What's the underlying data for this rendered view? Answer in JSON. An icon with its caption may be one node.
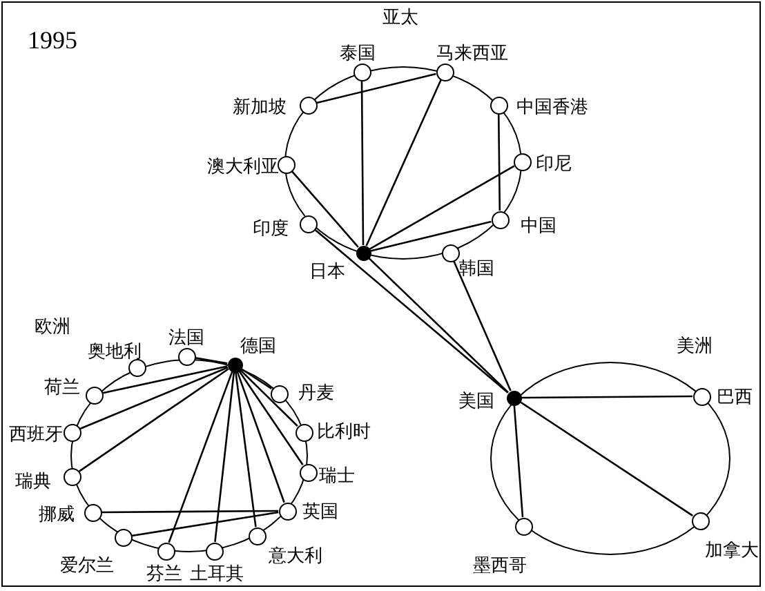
{
  "diagram": {
    "title": "1995",
    "nodes": [
      {
        "text": [],
        "shape": "circle",
        "beside": [
          "泰国"
        ]
      },
      {
        "text": [],
        "shape": "circle",
        "beside": [
          "马来西亚"
        ]
      },
      {
        "text": [],
        "shape": "circle",
        "beside": [
          "新加坡"
        ]
      },
      {
        "text": [],
        "shape": "circle",
        "beside": [
          "中国香港"
        ]
      },
      {
        "text": [],
        "shape": "circle",
        "beside": [
          "澳大利亚"
        ]
      },
      {
        "text": [],
        "shape": "circle",
        "beside": [
          "印尼"
        ]
      },
      {
        "text": [],
        "shape": "circle",
        "beside": [
          "印度"
        ]
      },
      {
        "text": [],
        "shape": "circle",
        "beside": [
          "中国"
        ]
      },
      {
        "text": [],
        "shape": "circle",
        "beside": [
          "韩国"
        ]
      },
      {
        "text": [],
        "shape": "dot",
        "beside": [
          "日本"
        ]
      },
      {
        "text": [],
        "shape": "circle",
        "beside": [
          "法国"
        ]
      },
      {
        "text": [],
        "shape": "dot",
        "beside": [
          "德国"
        ]
      },
      {
        "text": [],
        "shape": "circle",
        "beside": [
          "奥地利"
        ]
      },
      {
        "text": [],
        "shape": "circle",
        "beside": [
          "荷兰"
        ]
      },
      {
        "text": [],
        "shape": "circle",
        "beside": [
          "丹麦"
        ]
      },
      {
        "text": [],
        "shape": "circle",
        "beside": [
          "西班牙"
        ]
      },
      {
        "text": [],
        "shape": "circle",
        "beside": [
          "比利时"
        ]
      },
      {
        "text": [],
        "shape": "circle",
        "beside": [
          "瑞典"
        ]
      },
      {
        "text": [],
        "shape": "circle",
        "beside": [
          "瑞士"
        ]
      },
      {
        "text": [],
        "shape": "circle",
        "beside": [
          "挪威"
        ]
      },
      {
        "text": [],
        "shape": "circle",
        "beside": [
          "英国"
        ]
      },
      {
        "text": [],
        "shape": "circle",
        "beside": [
          "爱尔兰"
        ]
      },
      {
        "text": [],
        "shape": "circle",
        "beside": [
          "意大利"
        ]
      },
      {
        "text": [],
        "shape": "circle",
        "beside": [
          "芬兰"
        ]
      },
      {
        "text": [],
        "shape": "circle",
        "beside": [
          "土耳其"
        ]
      },
      {
        "text": [],
        "shape": "dot",
        "beside": [
          "美国"
        ]
      },
      {
        "text": [],
        "shape": "circle",
        "beside": [
          "巴西"
        ]
      },
      {
        "text": [],
        "shape": "circle",
        "beside": [
          "墨西哥"
        ]
      },
      {
        "text": [],
        "shape": "circle",
        "beside": [
          "加拿大"
        ]
      }
    ],
    "edges": [
      {
        "from": 0,
        "to": 9,
        "arrow": "none"
      },
      {
        "from": 1,
        "to": 9,
        "arrow": "none"
      },
      {
        "from": 1,
        "to": 2,
        "arrow": "none"
      },
      {
        "from": 3,
        "to": 7,
        "arrow": "none"
      },
      {
        "from": 4,
        "to": 9,
        "arrow": "none"
      },
      {
        "from": 5,
        "to": 9,
        "arrow": "none"
      },
      {
        "from": 7,
        "to": 9,
        "arrow": "none"
      },
      {
        "from": 9,
        "to": 25,
        "arrow": "none"
      },
      {
        "from": 6,
        "to": 25,
        "arrow": "none"
      },
      {
        "from": 8,
        "to": 25,
        "arrow": "none"
      },
      {
        "from": 11,
        "to": 10,
        "arrow": "none"
      },
      {
        "from": 11,
        "to": 13,
        "arrow": "none"
      },
      {
        "from": 11,
        "to": 15,
        "arrow": "none"
      },
      {
        "from": 11,
        "to": 17,
        "arrow": "none"
      },
      {
        "from": 11,
        "to": 23,
        "arrow": "none"
      },
      {
        "from": 11,
        "to": 24,
        "arrow": "none"
      },
      {
        "from": 11,
        "to": 22,
        "arrow": "none"
      },
      {
        "from": 11,
        "to": 20,
        "arrow": "none"
      },
      {
        "from": 11,
        "to": 18,
        "arrow": "none"
      },
      {
        "from": 11,
        "to": 16,
        "arrow": "none"
      },
      {
        "from": 11,
        "to": 14,
        "arrow": "none"
      },
      {
        "from": 20,
        "to": 19,
        "arrow": "none"
      },
      {
        "from": 20,
        "to": 21,
        "arrow": "none"
      },
      {
        "from": 25,
        "to": 26,
        "arrow": "none"
      },
      {
        "from": 25,
        "to": 28,
        "arrow": "none"
      },
      {
        "from": 25,
        "to": 27,
        "arrow": "none"
      }
    ],
    "labels": [
      "亚太",
      "欧洲",
      "美洲"
    ]
  }
}
